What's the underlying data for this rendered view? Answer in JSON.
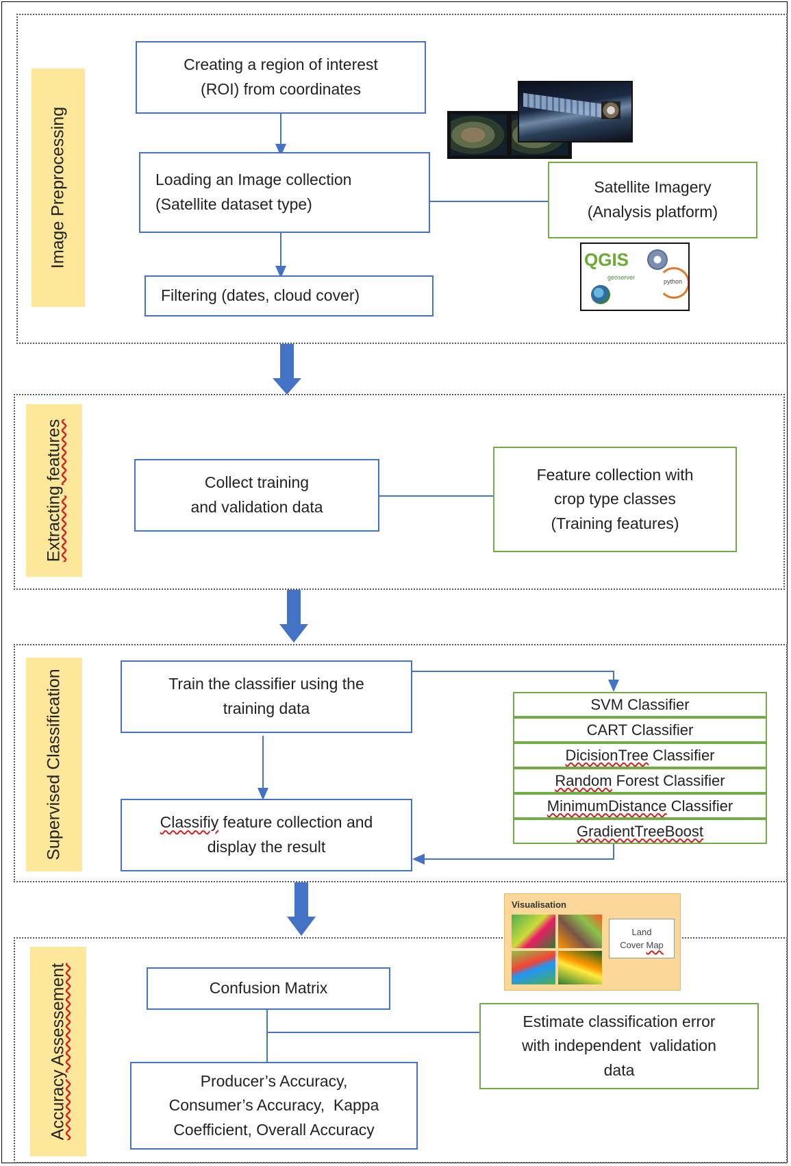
{
  "sections": {
    "preprocessing": "Image Preprocessing",
    "extracting": "Extracting features",
    "supervised": "Supervised Classification",
    "accuracy": "Accuracy Assessement"
  },
  "preprocessing": {
    "roi": [
      "Creating  a region of interest",
      "(ROI) from coordinates"
    ],
    "loading": [
      "Loading an  Image collection",
      "(Satellite dataset type)"
    ],
    "filtering": "Filtering (dates, cloud cover)",
    "satellite": [
      "Satellite Imagery",
      "(Analysis platform)"
    ],
    "qgis_logo": "QGIS"
  },
  "extracting": {
    "collect": [
      "Collect training",
      "and validation data"
    ],
    "feature": [
      "Feature collection with",
      "crop type classes",
      "(Training features)"
    ]
  },
  "supervised": {
    "train": [
      "Train the classifier using the",
      "training data"
    ],
    "classify_a": "Classifiy",
    "classify_b": " feature collection and",
    "classify_c": "display the result",
    "classifiers": [
      {
        "pre": "",
        "w": "",
        "post": "SVM Classifier"
      },
      {
        "pre": "",
        "w": "",
        "post": "CART Classifier"
      },
      {
        "pre": "",
        "w": "DicisionTree",
        "post": " Classifier"
      },
      {
        "pre": "",
        "w": "Random",
        "post": " Forest Classifier"
      },
      {
        "pre": "",
        "w": "MinimumDistance",
        "post": " Classifier"
      },
      {
        "pre": "",
        "w": "GradientTreeBoost",
        "post": ""
      }
    ]
  },
  "accuracy": {
    "confusion": "Confusion Matrix",
    "estimate": [
      "Estimate classification error",
      "with independent  validation",
      "data"
    ],
    "producer": [
      "Producer’s Accuracy,",
      "Consumer’s Accuracy,  Kappa",
      "Coefficient, Overall Accuracy"
    ],
    "vis_title": "Visualisation",
    "land_a": "Land",
    "land_b": "Cover ",
    "land_c": "Map"
  },
  "colors": {
    "blue": "#4472c4",
    "green": "#70ad47",
    "label_bg": "#fde79a",
    "arrow": "#4472c4"
  }
}
